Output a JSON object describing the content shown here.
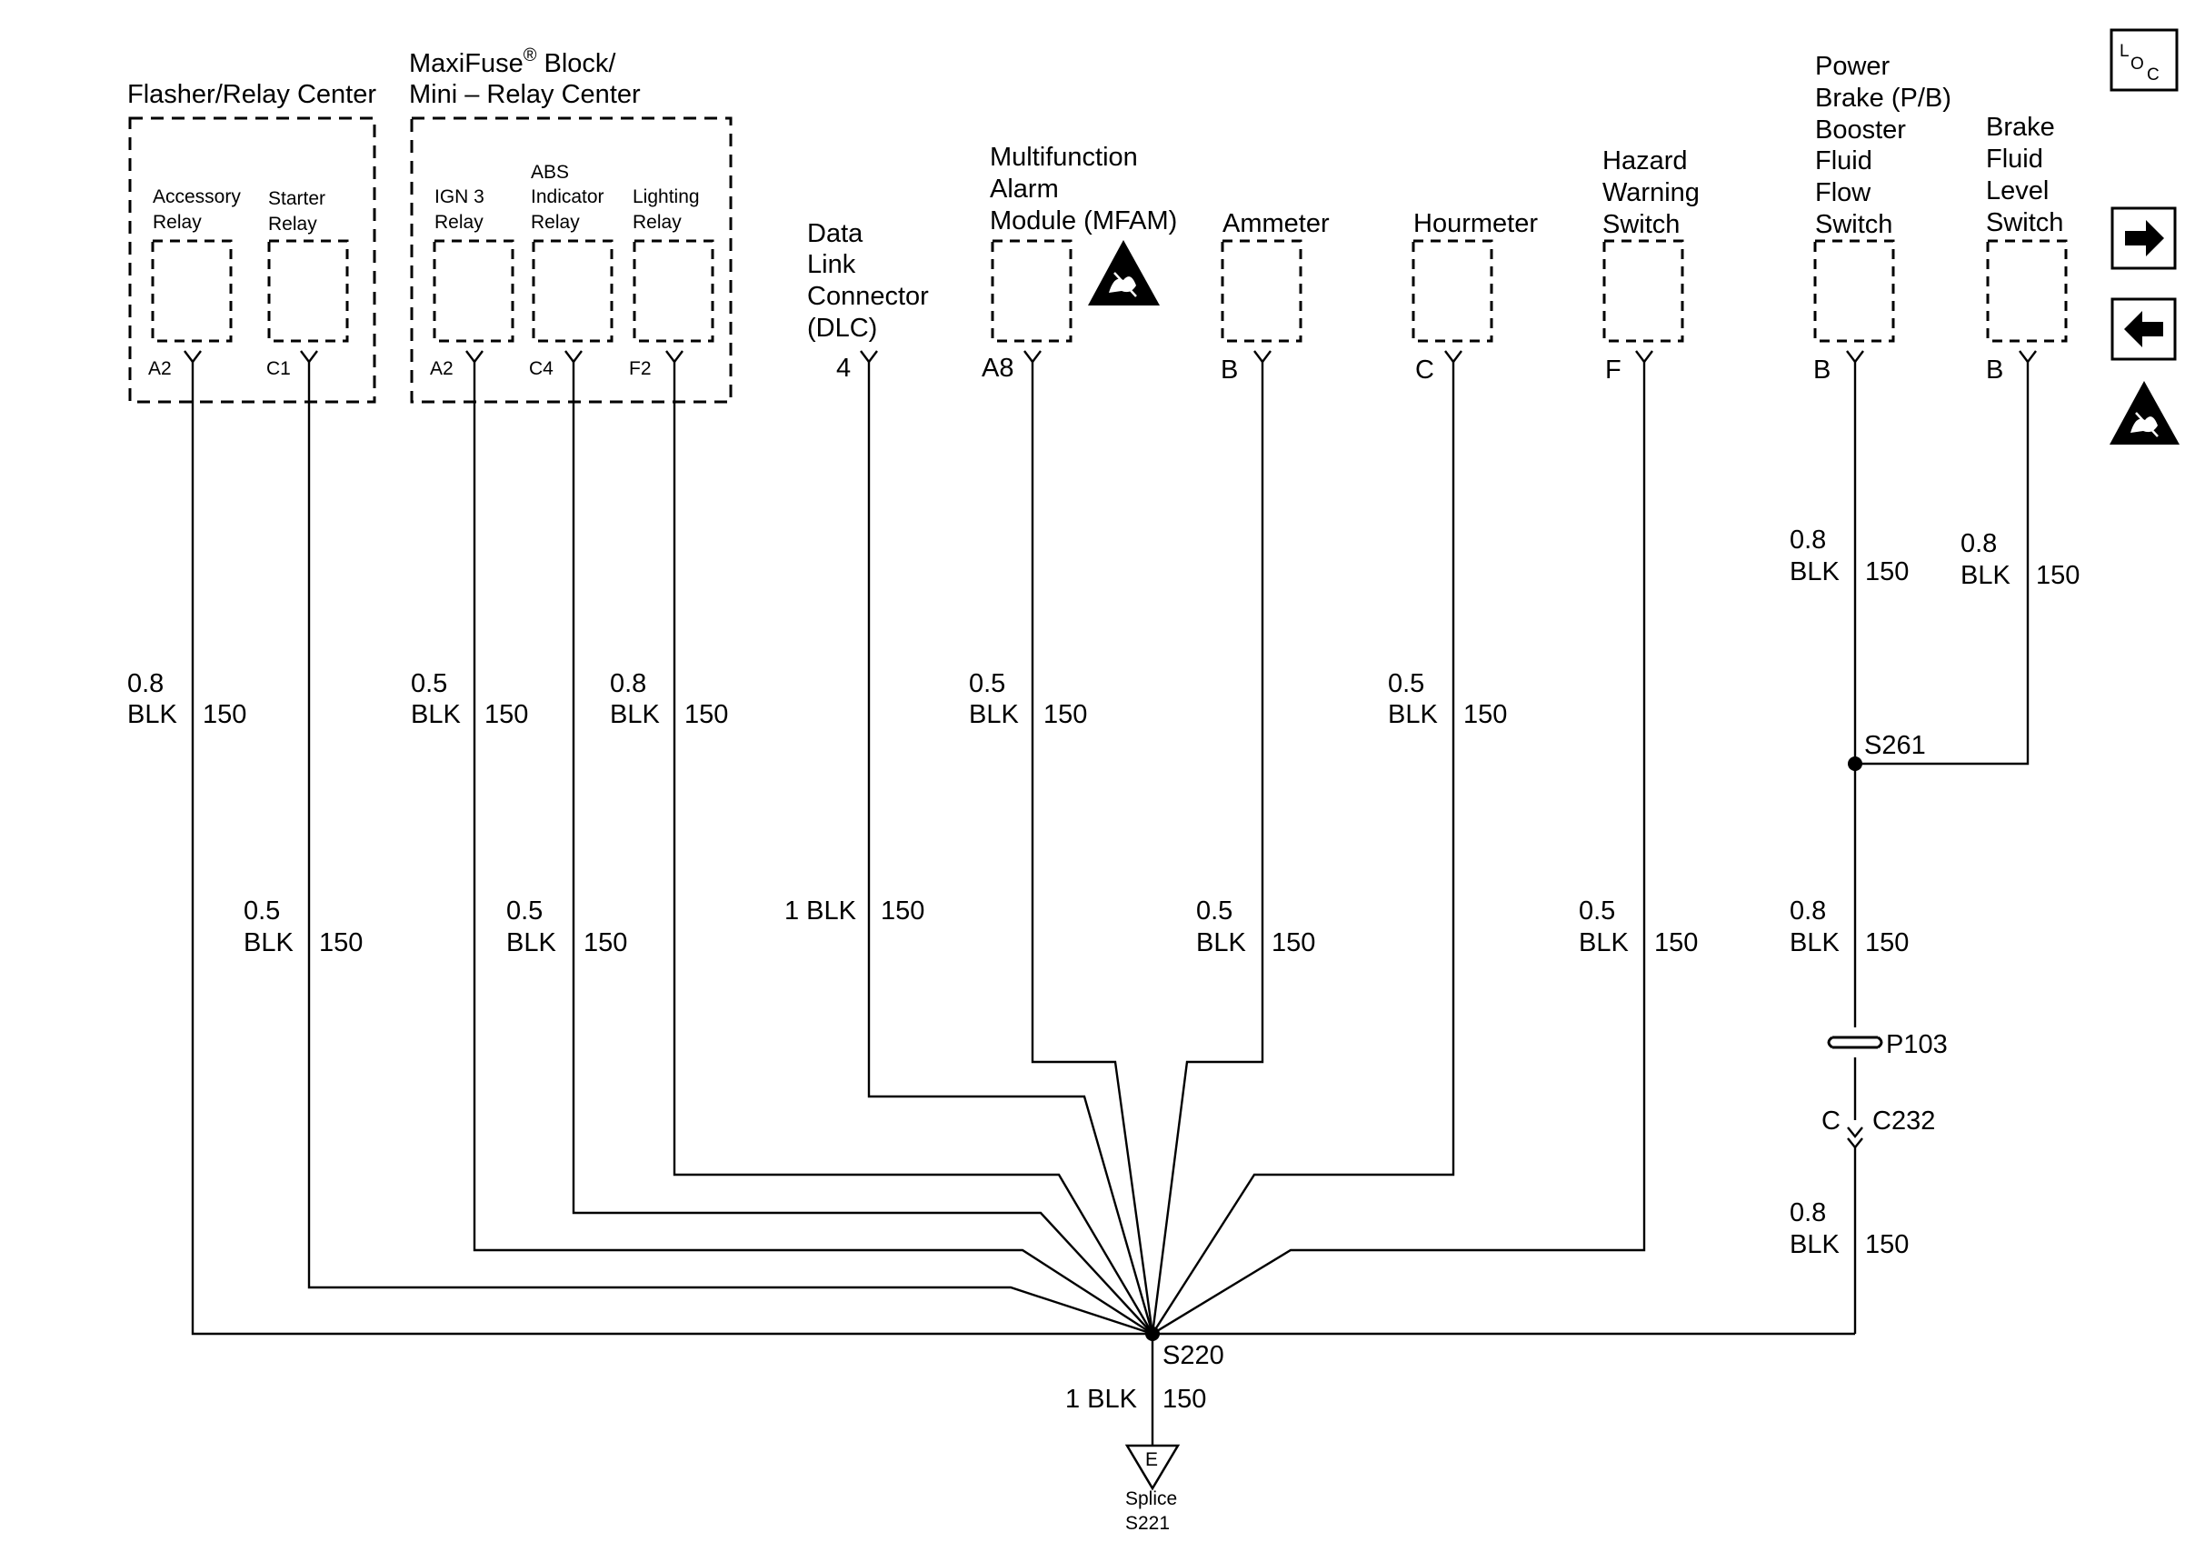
{
  "groups": {
    "flasher": "Flasher/Relay Center",
    "maxifuse_1": "MaxiFuse",
    "maxifuse_reg": "®",
    "maxifuse_2": " Block/",
    "maxifuse_3": "Mini – Relay Center"
  },
  "components": {
    "accessory_relay": [
      "Accessory",
      "Relay"
    ],
    "starter_relay": [
      "Starter",
      "Relay"
    ],
    "ign3_relay": [
      "IGN 3",
      "Relay"
    ],
    "abs_relay": [
      "ABS",
      "Indicator",
      "Relay"
    ],
    "lighting_relay": [
      "Lighting",
      "Relay"
    ],
    "dlc": [
      "Data",
      "Link",
      "Connector",
      "(DLC)"
    ],
    "mfam": [
      "Multifunction",
      "Alarm",
      "Module (MFAM)"
    ],
    "ammeter": [
      "Ammeter"
    ],
    "hourmeter": [
      "Hourmeter"
    ],
    "hazard": [
      "Hazard",
      "Warning",
      "Switch"
    ],
    "pb_switch": [
      "Power",
      "Brake (P/B)",
      "Booster",
      "Fluid",
      "Flow",
      "Switch"
    ],
    "brake_switch": [
      "Brake",
      "Fluid",
      "Level",
      "Switch"
    ]
  },
  "pins": {
    "accessory": "A2",
    "starter": "C1",
    "ign3": "A2",
    "abs": "C4",
    "lighting": "F2",
    "dlc": "4",
    "mfam": "A8",
    "ammeter": "B",
    "hourmeter": "C",
    "hazard": "F",
    "pb": "B",
    "brake": "B"
  },
  "wires": {
    "accessory": {
      "gauge": "0.8",
      "color": "BLK",
      "circuit": "150"
    },
    "starter": {
      "gauge": "0.5",
      "color": "BLK",
      "circuit": "150"
    },
    "ign3": {
      "gauge": "0.5",
      "color": "BLK",
      "circuit": "150"
    },
    "abs": {
      "gauge": "0.5",
      "color": "BLK",
      "circuit": "150"
    },
    "lighting": {
      "gauge": "0.8",
      "color": "BLK",
      "circuit": "150"
    },
    "dlc": {
      "label": "1 BLK",
      "circuit": "150"
    },
    "mfam": {
      "gauge": "0.5",
      "color": "BLK",
      "circuit": "150"
    },
    "ammeter": {
      "gauge": "0.5",
      "color": "BLK",
      "circuit": "150"
    },
    "hourmeter": {
      "gauge": "0.5",
      "color": "BLK",
      "circuit": "150"
    },
    "hazard": {
      "gauge": "0.5",
      "color": "BLK",
      "circuit": "150"
    },
    "pb_upper": {
      "gauge": "0.8",
      "color": "BLK",
      "circuit": "150"
    },
    "brake": {
      "gauge": "0.8",
      "color": "BLK",
      "circuit": "150"
    },
    "pb_mid": {
      "gauge": "0.8",
      "color": "BLK",
      "circuit": "150"
    },
    "pb_lower": {
      "gauge": "0.8",
      "color": "BLK",
      "circuit": "150"
    },
    "ground": {
      "label": "1 BLK",
      "circuit": "150"
    }
  },
  "splices": {
    "s220": "S220",
    "s261": "S261",
    "p103": "P103"
  },
  "connector": {
    "pin": "C",
    "name": "C232"
  },
  "ground": {
    "letter": "E",
    "label_1": "Splice",
    "label_2": "S221"
  },
  "icons": {
    "loc": {
      "L": "L",
      "O": "O",
      "C": "C",
      "name": "location-icon"
    },
    "next": "arrow-right-icon",
    "prev": "arrow-left-icon",
    "esd": "esd-warning-icon"
  },
  "colors": {
    "line": "#000000",
    "background": "#ffffff"
  }
}
